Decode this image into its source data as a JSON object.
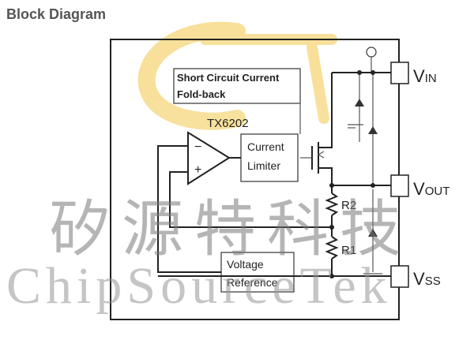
{
  "heading": "Block Diagram",
  "part_number": "TX6202",
  "blocks": {
    "short_circuit_line1": "Short Circuit Current",
    "short_circuit_line2": "Fold-back",
    "limiter_line1": "Current",
    "limiter_line2": "Limiter",
    "reference_line1": "Voltage",
    "reference_line2": "Reference"
  },
  "opamp": {
    "minus": "−",
    "plus": "+"
  },
  "resistors": {
    "top": "R2",
    "bottom": "R1"
  },
  "pins": {
    "vin": {
      "main": "V",
      "sub": "IN"
    },
    "vout": {
      "main": "V",
      "sub": "OUT"
    },
    "vss": {
      "main": "V",
      "sub": "SS"
    }
  },
  "watermark": {
    "chinese": "矽源特科技",
    "english": "ChipSourceTek"
  },
  "colors": {
    "logo": "#f3c84a",
    "wire": "#222222",
    "watermark": "#888888"
  }
}
